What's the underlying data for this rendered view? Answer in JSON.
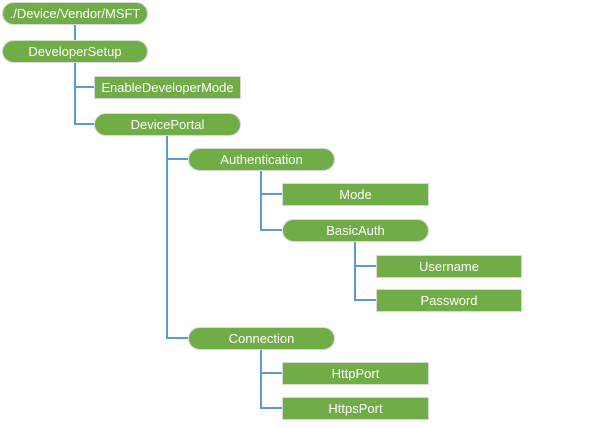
{
  "diagram": {
    "type": "tree",
    "description": "Configuration service provider node tree",
    "root_path": "./Device/Vendor/MSFT"
  },
  "colors": {
    "node_fill": "#70AD47",
    "node_border": "#D8D8D8",
    "node_text": "#FFFFFF",
    "connector": "#5B9BD5",
    "background": "#FFFFFF"
  },
  "nodes": [
    {
      "id": "msft-root",
      "label": "./Device/Vendor/MSFT",
      "shape": "rounded",
      "parent": null,
      "level": 0
    },
    {
      "id": "developer-setup",
      "label": "DeveloperSetup",
      "shape": "rounded",
      "parent": "msft-root",
      "level": 1
    },
    {
      "id": "enable-developer-mode",
      "label": "EnableDeveloperMode",
      "shape": "rectangle",
      "parent": "developer-setup",
      "level": 2
    },
    {
      "id": "device-portal",
      "label": "DevicePortal",
      "shape": "rounded",
      "parent": "developer-setup",
      "level": 2
    },
    {
      "id": "authentication",
      "label": "Authentication",
      "shape": "rounded",
      "parent": "device-portal",
      "level": 3
    },
    {
      "id": "mode",
      "label": "Mode",
      "shape": "rectangle",
      "parent": "authentication",
      "level": 4
    },
    {
      "id": "basic-auth",
      "label": "BasicAuth",
      "shape": "rounded",
      "parent": "authentication",
      "level": 4
    },
    {
      "id": "username",
      "label": "Username",
      "shape": "rectangle",
      "parent": "basic-auth",
      "level": 5
    },
    {
      "id": "password",
      "label": "Password",
      "shape": "rectangle",
      "parent": "basic-auth",
      "level": 5
    },
    {
      "id": "connection",
      "label": "Connection",
      "shape": "rounded",
      "parent": "device-portal",
      "level": 3
    },
    {
      "id": "http-port",
      "label": "HttpPort",
      "shape": "rectangle",
      "parent": "connection",
      "level": 4
    },
    {
      "id": "https-port",
      "label": "HttpsPort",
      "shape": "rectangle",
      "parent": "connection",
      "level": 4
    }
  ]
}
